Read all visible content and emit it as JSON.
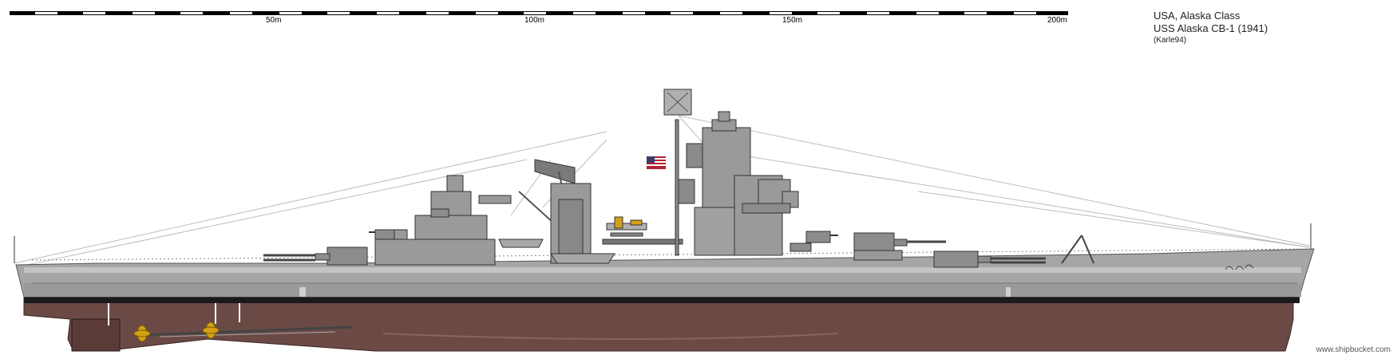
{
  "scale_bar": {
    "labels": [
      "50m",
      "100m",
      "150m",
      "200m"
    ]
  },
  "title": {
    "line1": "USA, Alaska Class",
    "line2": "USS Alaska CB-1 (1941)",
    "author": "(Karle94)"
  },
  "credit": "www.shipbucket.com",
  "colors": {
    "hull_upper": "#a6a6a6",
    "hull_lower": "#6b4a46",
    "boot_top": "#1a1a1a",
    "deck_gray": "#8c8c8c",
    "propeller": "#d4a017"
  }
}
